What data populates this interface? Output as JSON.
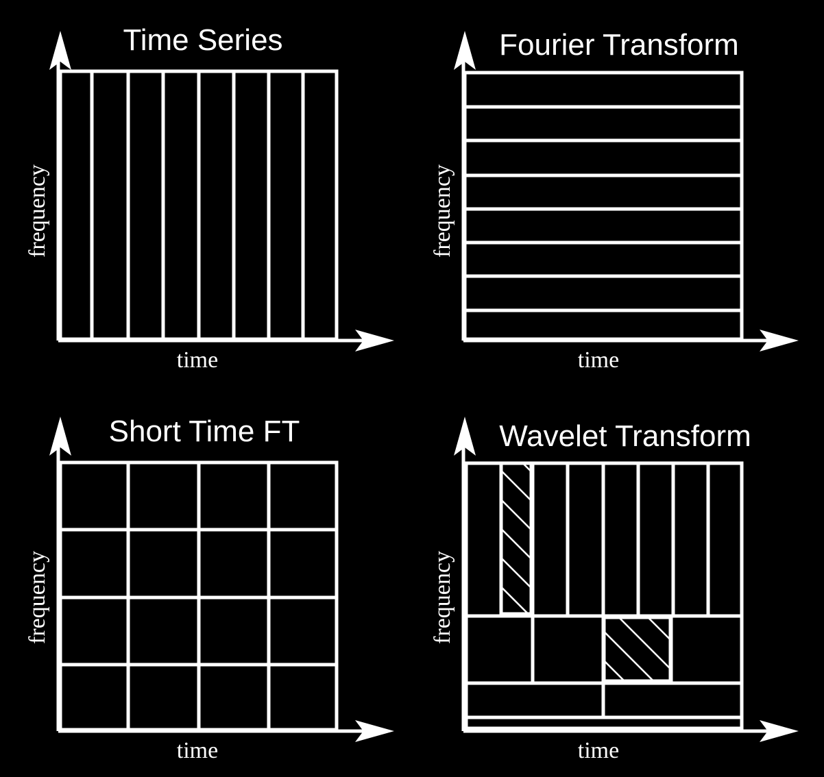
{
  "panels": [
    {
      "id": "time-series",
      "title": "Time Series",
      "xlabel": "time",
      "ylabel": "frequency"
    },
    {
      "id": "fourier-transform",
      "title": "Fourier Transform",
      "xlabel": "time",
      "ylabel": "frequency"
    },
    {
      "id": "short-time-ft",
      "title": "Short Time FT",
      "xlabel": "time",
      "ylabel": "frequency"
    },
    {
      "id": "wavelet-transform",
      "title": "Wavelet Transform",
      "xlabel": "time",
      "ylabel": "frequency"
    }
  ],
  "colors": {
    "background": "#000000",
    "stroke": "#ffffff"
  }
}
